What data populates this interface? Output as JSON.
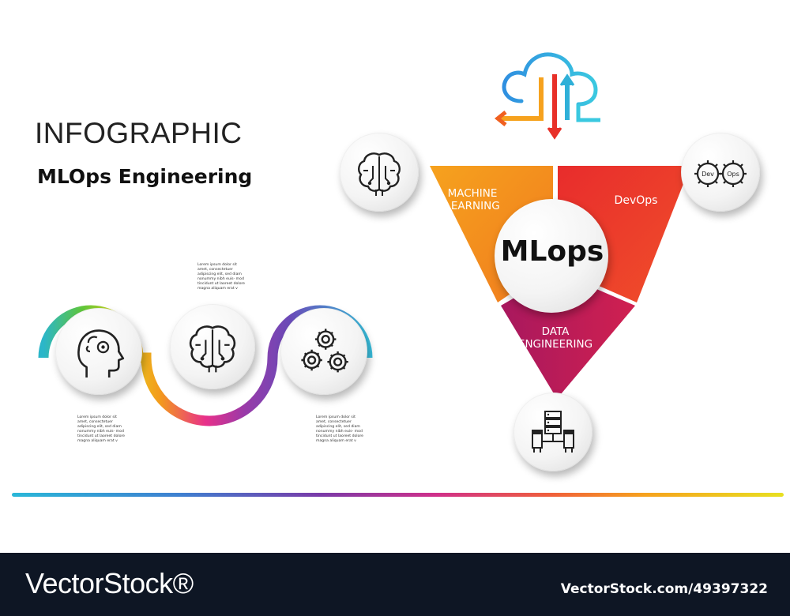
{
  "header": {
    "title": "INFOGRAPHIC",
    "subtitle": "MLOps Engineering"
  },
  "timeline": {
    "steps": [
      {
        "icon": "head-gear-icon"
      },
      {
        "icon": "brain-circuit-icon"
      },
      {
        "icon": "gears-icon"
      }
    ],
    "notes": [
      "Lorem ipsum dolor sit amet, consectetuer adipiscing elit, sed diam nonummy nibh euis- mod tincidunt ut laoreet dolore magna aliquam erat v",
      "Lorem ipsum dolor sit amet, consectetuer adipiscing elit, sed diam nonummy nibh euis- mod tincidunt ut laoreet dolore magna aliquam erat v",
      "Lorem ipsum dolor sit amet, consectetuer adipiscing elit, sed diam nonummy nibh euis- mod tincidunt ut laoreet dolore magna aliquam erat v"
    ]
  },
  "diagram": {
    "center": "MLops",
    "segments": [
      {
        "label": "MACHINE LEARNING",
        "color": "#f39a1c",
        "icon": "brain-circuit-icon"
      },
      {
        "label": "DevOps",
        "color": "#e8302c",
        "icon": "devops-gears-icon"
      },
      {
        "label": "DATA ENGINEERING",
        "color": "#b81e5a",
        "icon": "server-icon"
      }
    ],
    "devops_icon_text": [
      "Dev",
      "Ops"
    ],
    "top_icon": "cloud-sync-icon"
  },
  "footer": {
    "brand": "VectorStock®",
    "id": "VectorStock.com/49397322"
  }
}
